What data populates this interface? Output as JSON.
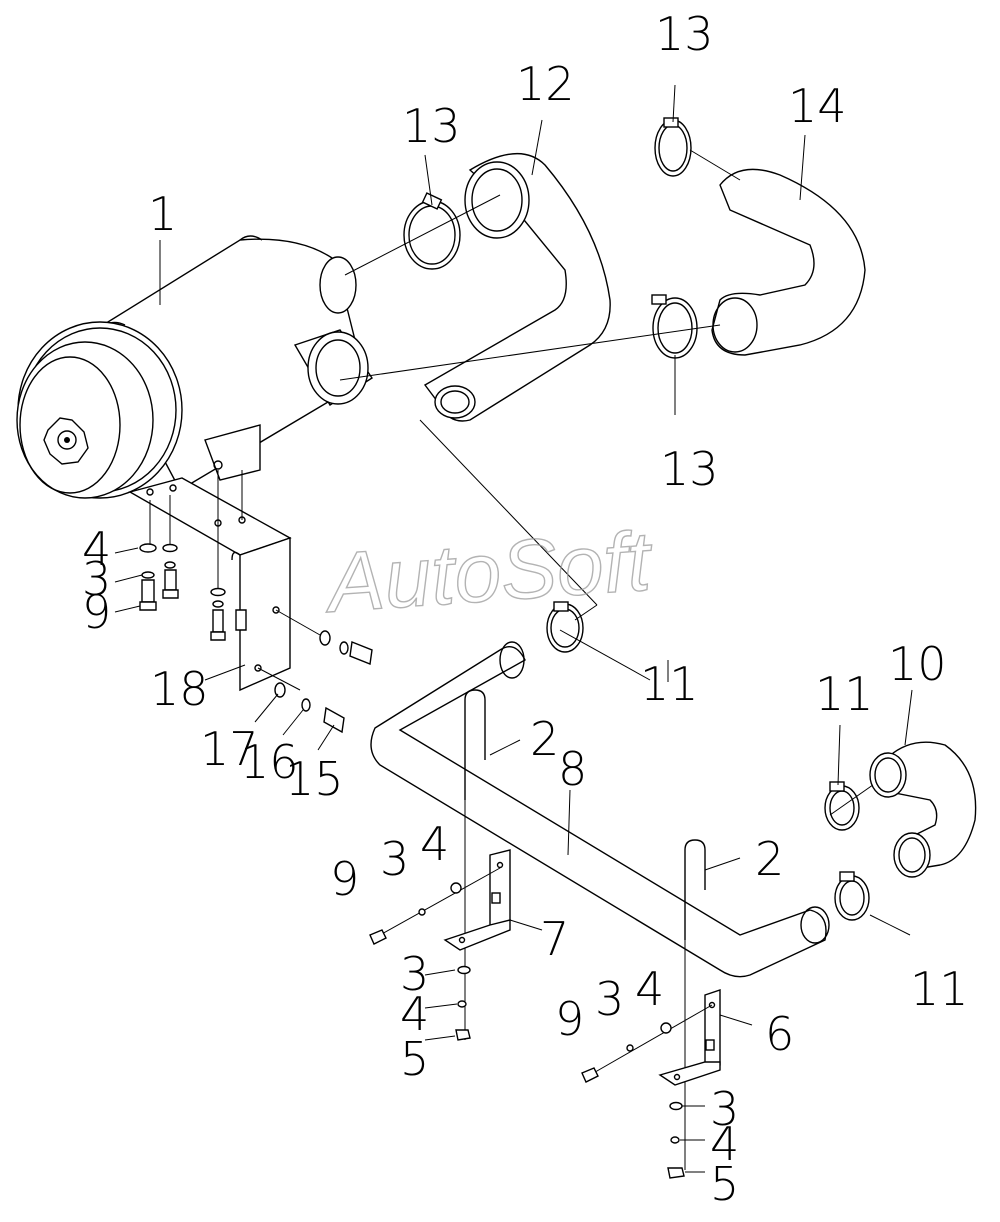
{
  "watermark": "AutoSoft",
  "labels": [
    "1",
    "12",
    "13",
    "13",
    "14",
    "13",
    "4",
    "3",
    "9",
    "18",
    "17",
    "16",
    "15",
    "2",
    "8",
    "10",
    "11",
    "11",
    "11",
    "9",
    "3",
    "4",
    "7",
    "3",
    "4",
    "5",
    "2",
    "9",
    "3",
    "4",
    "6",
    "3",
    "4",
    "5"
  ]
}
